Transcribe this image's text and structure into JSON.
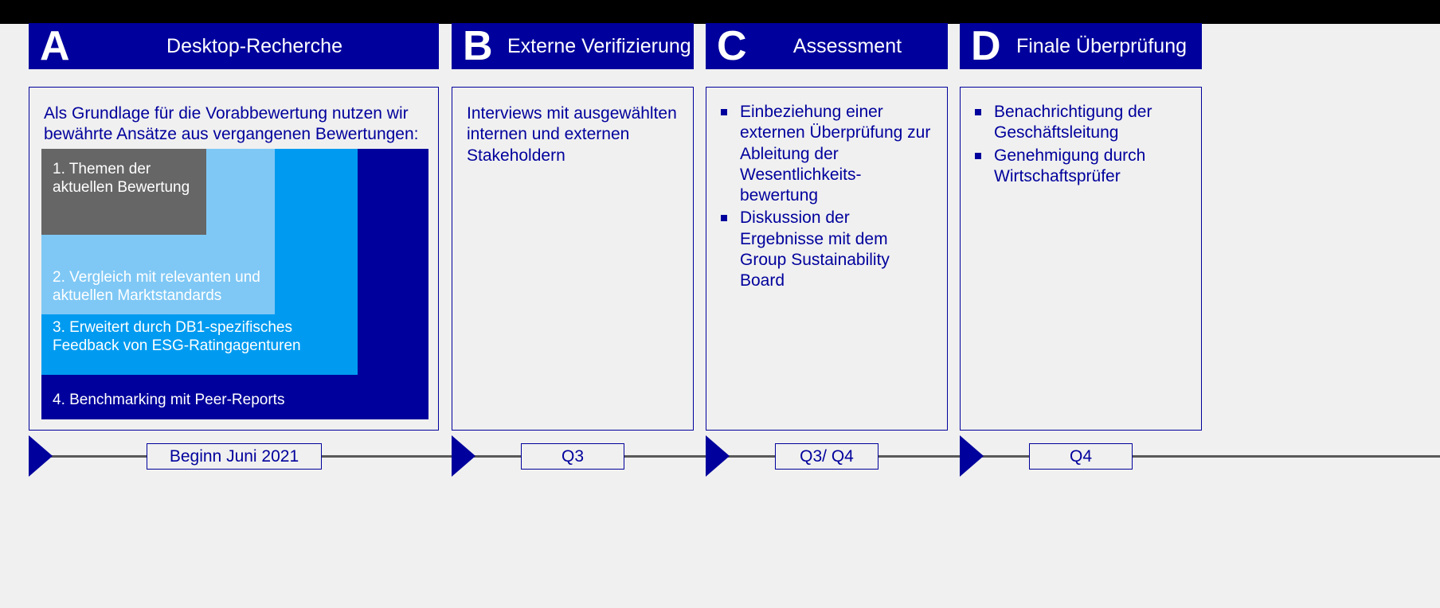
{
  "theme": {
    "accent_navy": "#00009c",
    "page_bg": "#f0f0f0",
    "topbar": "#000000",
    "line_gray": "#595959",
    "layer_gray": "#666666",
    "layer_light_blue": "#7fc8f5",
    "layer_blue": "#009bf0",
    "layer_navy": "#00009c"
  },
  "phases": [
    {
      "letter": "A",
      "title": "Desktop-Recherche"
    },
    {
      "letter": "B",
      "title": "Externe Verifizierung"
    },
    {
      "letter": "C",
      "title": "Assessment"
    },
    {
      "letter": "D",
      "title": "Finale Überprüfung"
    }
  ],
  "panel_a": {
    "intro": "Als Grundlage für die Vorabbewertung nutzen wir bewährte Ansätze aus vergangenen Bewertungen:",
    "layers": [
      {
        "text": "1. Themen der aktuellen Bewertung"
      },
      {
        "text": "2. Vergleich mit relevanten und aktuellen Marktstandards"
      },
      {
        "text": "3. Erweitert durch DB1-spezifisches Feedback von ESG-Ratingagenturen"
      },
      {
        "text": "4. Benchmarking mit Peer-Reports"
      }
    ]
  },
  "panel_b": {
    "text": "Interviews mit ausgewählten internen und externen Stakeholdern"
  },
  "panel_c": {
    "bullets": [
      "Einbeziehung einer externen Überprüfung zur Ableitung der Wesentlichkeits-bewertung",
      "Diskussion der Ergebnisse mit dem Group Sustainability Board"
    ]
  },
  "panel_d": {
    "bullets": [
      "Benachrichtigung der Geschäftsleitung",
      "Genehmigung durch Wirtschaftsprüfer"
    ]
  },
  "timeline": {
    "labels": [
      "Beginn Juni 2021",
      "Q3",
      "Q3/ Q4",
      "Q4"
    ]
  }
}
